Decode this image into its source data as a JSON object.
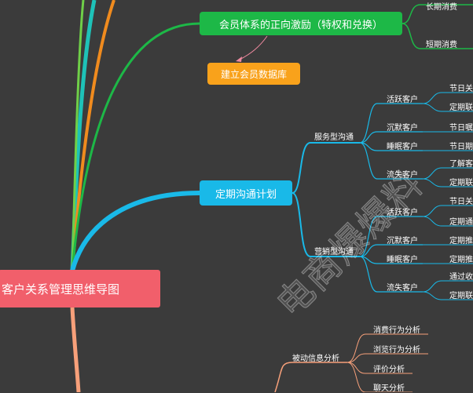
{
  "root": "客户关系管理思维导图",
  "nodes": {
    "incentive": "会员体系的正向激励（特权和兑换）",
    "long_term": "长期消费",
    "short_term": "短期消费",
    "member_db": "建立会员数据库",
    "comm_plan": "定期沟通计划",
    "service_comm": "服务型沟通",
    "marketing_comm": "营销型沟通",
    "s_active": "活跃客户",
    "s_silent": "沉默客户",
    "s_sleep": "睡眠客户",
    "s_lost": "流失客户",
    "s_active_1": "节日关",
    "s_active_2": "定期联",
    "s_silent_1": "节日嘱",
    "s_sleep_1": "节日期",
    "s_lost_1": "了解客",
    "s_lost_2": "定期联",
    "m_active": "活跃客户",
    "m_silent": "沉默客户",
    "m_sleep": "睡眠客户",
    "m_lost": "流失客户",
    "m_active_1": "节日关",
    "m_active_2": "定期通",
    "m_silent_1": "定期推",
    "m_sleep_1": "定期推",
    "m_lost_1": "通过收",
    "m_lost_2": "定期联",
    "passive": "被动信息分析",
    "p_consume": "消费行为分析",
    "p_browse": "浏览行为分析",
    "p_review": "评价分析",
    "p_chat": "聊天分析"
  },
  "watermark": "电商爆爆料",
  "colors": {
    "background": "#3b3b3b",
    "root": "#f15f6b",
    "green": "#1db847",
    "orange": "#f9a21b",
    "blue": "#19b9e8",
    "teal": "#1ec2b8",
    "salmon": "#f7a07a",
    "pink": "#f08aa0"
  }
}
